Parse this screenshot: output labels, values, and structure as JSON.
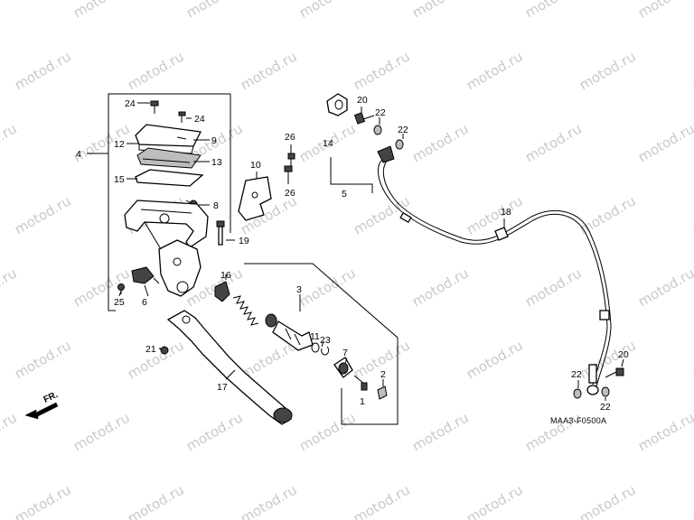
{
  "watermark": "motod.ru",
  "diagram_code": "MAA3-F0500A",
  "front_marker": "FR.",
  "callouts": {
    "c4": "4",
    "c24a": "24",
    "c24b": "24",
    "c12": "12",
    "c9": "9",
    "c13": "13",
    "c15": "15",
    "c8": "8",
    "c19": "19",
    "c25": "25",
    "c6": "6",
    "c10": "10",
    "c26a": "26",
    "c26b": "26",
    "c16": "16",
    "c3": "3",
    "c11": "11",
    "c23": "23",
    "c7": "7",
    "c2": "2",
    "c1": "1",
    "c21": "21",
    "c17": "17",
    "c14": "14",
    "c5": "5",
    "c20a": "20",
    "c22a": "22",
    "c22b": "22",
    "c18": "18",
    "c20b": "20",
    "c22c": "22",
    "c22d": "22"
  }
}
